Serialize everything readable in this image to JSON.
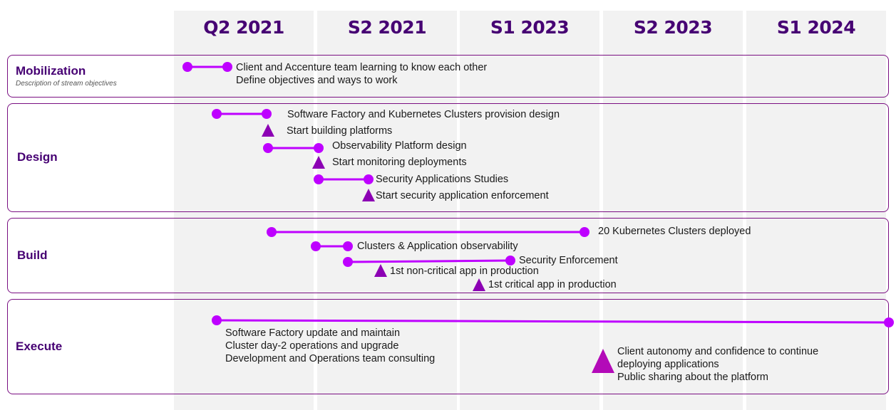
{
  "columns": [
    "Q2 2021",
    "S2 2021",
    "S1 2023",
    "S2 2023",
    "S1 2024"
  ],
  "lanes": [
    {
      "name": "Mobilization",
      "desc": "Description of stream objectives"
    },
    {
      "name": "Design"
    },
    {
      "name": "Build"
    },
    {
      "name": "Execute"
    }
  ],
  "items": {
    "mob_1": "Client and Accenture team learning to know each other",
    "mob_2": "Define objectives and ways to work",
    "des_1": "Software Factory and Kubernetes Clusters provision design",
    "des_2": "Start building platforms",
    "des_3": "Observability Platform design",
    "des_4": "Start monitoring deployments",
    "des_5": "Security Applications Studies",
    "des_6": "Start security application enforcement",
    "bld_1": "20 Kubernetes Clusters deployed",
    "bld_2": "Clusters & Application observability",
    "bld_3": "Security Enforcement",
    "bld_4": "1st non-critical app in production",
    "bld_5": "1st critical app in production",
    "exe_1": "Software Factory update and maintain",
    "exe_2": "Cluster day-2 operations and upgrade",
    "exe_3": "Development and Operations team consulting",
    "exe_4": "Client autonomy and confidence to continue",
    "exe_5": "deploying applications",
    "exe_6": "Public sharing about the platform"
  },
  "colors": {
    "accent": "#be00ff",
    "milestone": "#8c00b4",
    "milestone_large": "#b30ab8",
    "heading": "#460073"
  }
}
